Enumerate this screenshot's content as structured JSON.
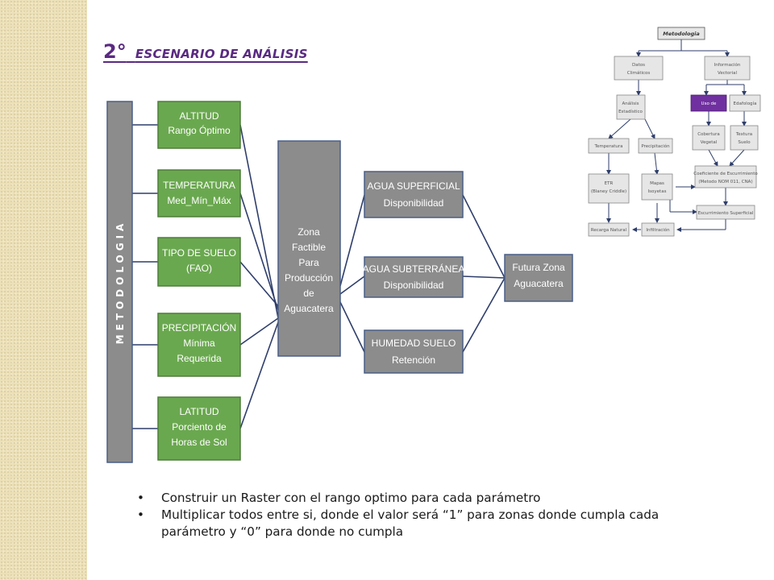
{
  "title": {
    "number": "2°",
    "text": "ESCENARIO  DE ANÁLISIS"
  },
  "main_diagram": {
    "vertical_label": "METODOLOGIA",
    "params": [
      {
        "line1": "ALTITUD",
        "line2": "Rango Óptimo",
        "line3": ""
      },
      {
        "line1": "TEMPERATURA",
        "line2": "Med_Mín_Máx",
        "line3": ""
      },
      {
        "line1": "TIPO DE SUELO",
        "line2": "(FAO)",
        "line3": ""
      },
      {
        "line1": "PRECIPITACIÓN",
        "line2": "Mínima",
        "line3": "Requerida"
      },
      {
        "line1": "LATITUD",
        "line2": "Porciento de",
        "line3": "Horas de Sol"
      }
    ],
    "center": {
      "lines": [
        "Zona",
        "Factible",
        "Para",
        "Producción",
        "de",
        "Aguacatera"
      ]
    },
    "outputs": [
      {
        "line1": "AGUA SUPERFICIAL",
        "line2": "Disponibilidad"
      },
      {
        "line1": "AGUA SUBTERRÁNEA",
        "line2": "Disponibilidad"
      },
      {
        "line1": "HUMEDAD SUELO",
        "line2": "Retención"
      }
    ],
    "final": {
      "line1": "Futura Zona",
      "line2": "Aguacatera"
    },
    "colors": {
      "green": "#6aa84f",
      "green_border": "#4e7d3a",
      "gray": "#8c8c8c",
      "gray_border": "#4a5f86",
      "line": "#2f3e6b"
    }
  },
  "mini_diagram": {
    "title": "Metodologia",
    "nodes": {
      "datos": [
        "Datos",
        "Climáticos"
      ],
      "info": [
        "Información",
        "Vectorial"
      ],
      "analisis": [
        "Análisis",
        "Estadístico"
      ],
      "uso": [
        "Uso de"
      ],
      "edafo": [
        "Edafología"
      ],
      "temp": [
        "Temperatura"
      ],
      "precip": [
        "Precipitación"
      ],
      "cobertura": [
        "Cobertura",
        "Vegetal"
      ],
      "textura": [
        "Textura",
        "Suelo"
      ],
      "coef": [
        "Coeficiente de Escurrimiento",
        "(Metodo NOM 011, CNA)"
      ],
      "etr": [
        "ETR",
        "(Blaney Criddle)"
      ],
      "mapas": [
        "Mapas",
        "Isoyetas"
      ],
      "escurr": [
        "Escurrimiento Superficial"
      ],
      "recarga": [
        "Recarga Natural"
      ],
      "infil": [
        "Infiltración"
      ]
    },
    "colors": {
      "purple": "#7030a0"
    }
  },
  "bullets": [
    "Construir un Raster con el rango optimo para cada parámetro",
    "Multiplicar todos entre si, donde el valor será “1” para zonas donde cumpla cada parámetro  y “0” para donde no cumpla"
  ]
}
